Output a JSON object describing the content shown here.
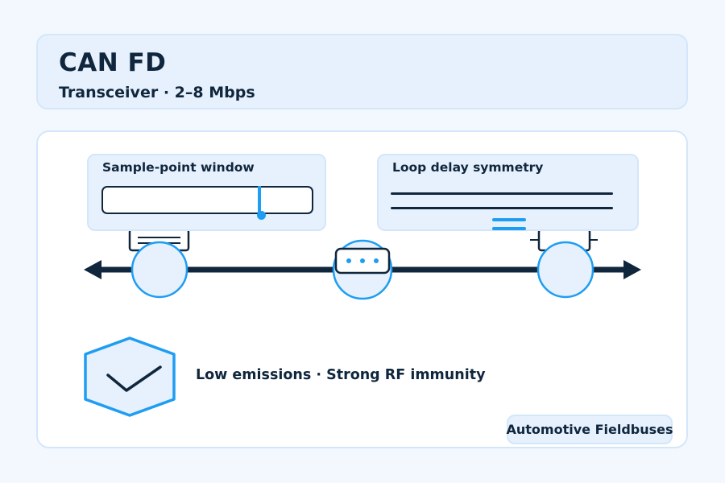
{
  "header": {
    "title": "CAN FD",
    "subtitle": "Transceiver · 2–8 Mbps"
  },
  "sample_point": {
    "label": "Sample-point window",
    "position_fraction": 0.75
  },
  "loop_delay": {
    "label": "Loop delay symmetry"
  },
  "feature": {
    "text": "Low emissions · Strong RF immunity",
    "icon": "shield-check-icon"
  },
  "badge": {
    "label": "Automotive Fieldbuses"
  },
  "colors": {
    "accent": "#1e9df2",
    "dark": "#10263d",
    "panel": "#e6f1fd",
    "border": "#d4e6fa",
    "background": "#f3f8fe"
  }
}
